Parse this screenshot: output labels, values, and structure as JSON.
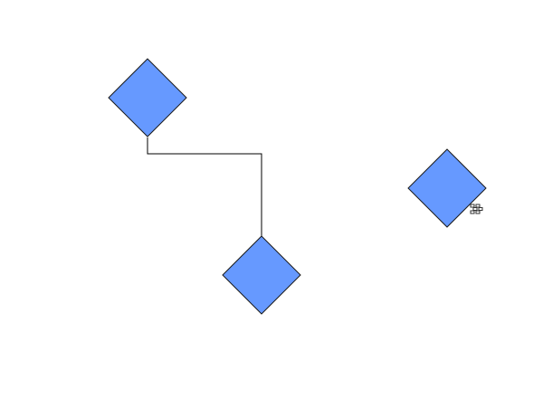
{
  "colors": {
    "background": "#ffffff",
    "diamond_fill": "#6699ff",
    "diamond_stroke": "#1a1a1a",
    "connector_stroke": "#000000",
    "cursor_stroke": "#333333"
  },
  "diagram": {
    "nodes": [
      {
        "id": "diamond-1",
        "label": ""
      },
      {
        "id": "diamond-2",
        "label": ""
      },
      {
        "id": "diamond-3",
        "label": ""
      }
    ],
    "edges": [
      {
        "from": "diamond-1",
        "to": "diamond-2",
        "style": "orthogonal"
      }
    ]
  },
  "cursor": {
    "icon": "connect-arrows-icon"
  }
}
